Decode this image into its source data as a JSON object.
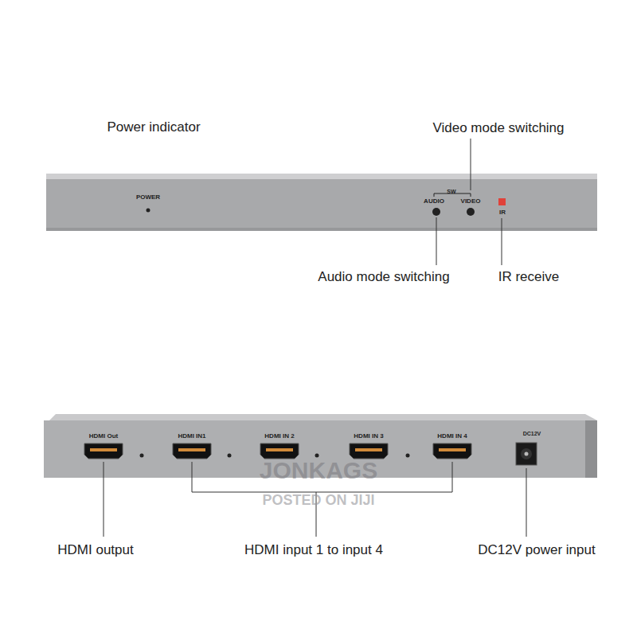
{
  "diagram": {
    "nodes": [
      {
        "text": [
          "POWER",
          "SW",
          "AUDIO",
          "VIDEO",
          "IR"
        ]
      },
      {
        "text": [
          "HDMI Out",
          "HDMI IN1",
          "HDMI IN 2",
          "HDMI IN 3",
          "HDMI IN 4",
          "DC12V"
        ]
      }
    ],
    "labels": [
      "Power indicator",
      "Video mode switching",
      "Audio mode switching",
      "IR receive",
      "HDMI output",
      "HDMI input 1 to input 4",
      "DC12V power input",
      "JONKAGS",
      "POSTED ON JIJI"
    ]
  }
}
